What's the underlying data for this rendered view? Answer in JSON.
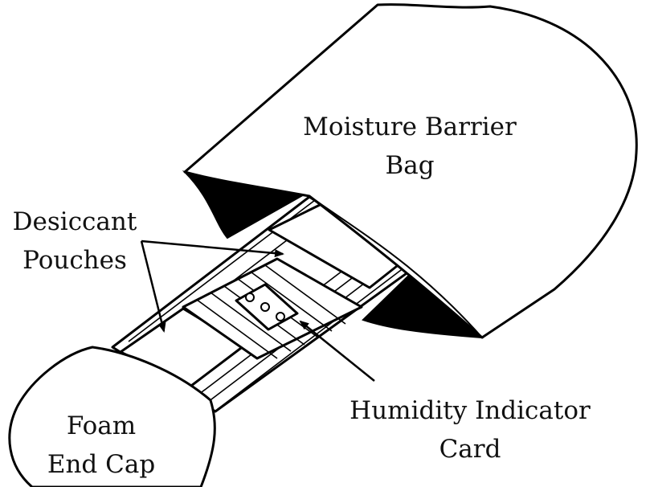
{
  "labels": {
    "moisture_barrier_bag_line1": "Moisture Barrier",
    "moisture_barrier_bag_line2": "Bag",
    "desiccant_pouches_line1": "Desiccant",
    "desiccant_pouches_line2": "Pouches",
    "humidity_indicator_card_line1": "Humidity Indicator",
    "humidity_indicator_card_line2": "Card",
    "foam_end_cap_line1": "Foam",
    "foam_end_cap_line2": "End Cap"
  }
}
